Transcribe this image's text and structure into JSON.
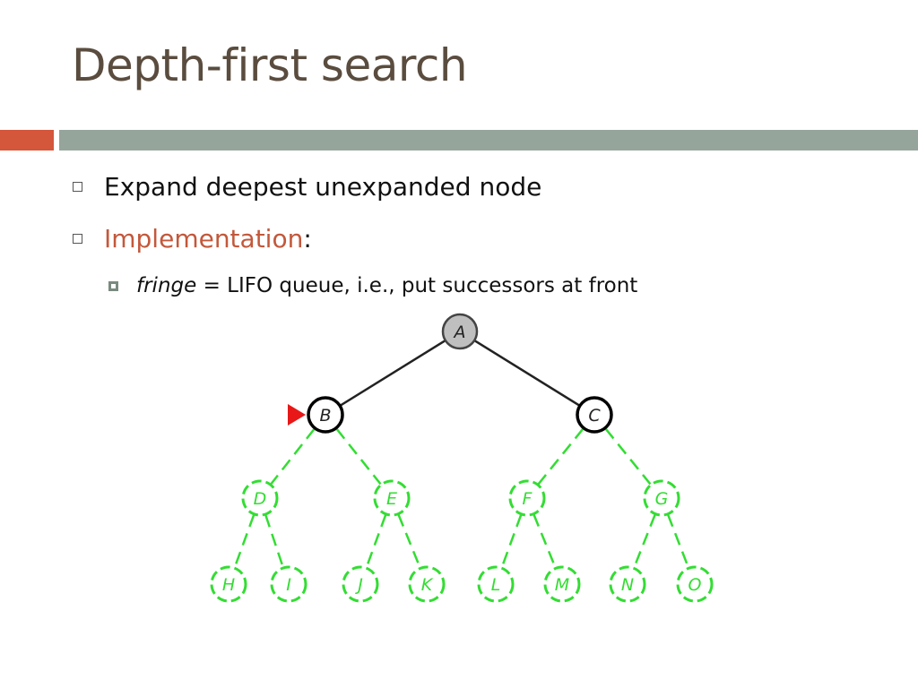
{
  "slide": {
    "title": "Depth-first search",
    "bullets": [
      {
        "text": "Expand deepest unexpanded node"
      },
      {
        "text": "Implementation",
        "suffix": ":"
      }
    ],
    "sub_bullet": {
      "italic": "fringe",
      "text": " = LIFO queue, i.e., put successors at front"
    }
  },
  "colors": {
    "title": "#5a4c3e",
    "accent_bar": "#d4563b",
    "main_bar": "#96a59b",
    "highlight_text": "#c3583b",
    "expanded_node": "#bfbfbf",
    "fringe_node": "#000000",
    "unexplored_node": "#33dd33",
    "pointer": "#e81818"
  },
  "tree": {
    "nodes": [
      {
        "id": "A",
        "label": "A",
        "state": "expanded"
      },
      {
        "id": "B",
        "label": "B",
        "state": "fringe",
        "current": true
      },
      {
        "id": "C",
        "label": "C",
        "state": "fringe"
      },
      {
        "id": "D",
        "label": "D",
        "state": "unexplored"
      },
      {
        "id": "E",
        "label": "E",
        "state": "unexplored"
      },
      {
        "id": "F",
        "label": "F",
        "state": "unexplored"
      },
      {
        "id": "G",
        "label": "G",
        "state": "unexplored"
      },
      {
        "id": "H",
        "label": "H",
        "state": "unexplored"
      },
      {
        "id": "I",
        "label": "I",
        "state": "unexplored"
      },
      {
        "id": "J",
        "label": "J",
        "state": "unexplored"
      },
      {
        "id": "K",
        "label": "K",
        "state": "unexplored"
      },
      {
        "id": "L",
        "label": "L",
        "state": "unexplored"
      },
      {
        "id": "M",
        "label": "M",
        "state": "unexplored"
      },
      {
        "id": "N",
        "label": "N",
        "state": "unexplored"
      },
      {
        "id": "O",
        "label": "O",
        "state": "unexplored"
      }
    ],
    "edges": [
      [
        "A",
        "B"
      ],
      [
        "A",
        "C"
      ],
      [
        "B",
        "D"
      ],
      [
        "B",
        "E"
      ],
      [
        "C",
        "F"
      ],
      [
        "C",
        "G"
      ],
      [
        "D",
        "H"
      ],
      [
        "D",
        "I"
      ],
      [
        "E",
        "J"
      ],
      [
        "E",
        "K"
      ],
      [
        "F",
        "L"
      ],
      [
        "F",
        "M"
      ],
      [
        "G",
        "N"
      ],
      [
        "G",
        "O"
      ]
    ]
  }
}
